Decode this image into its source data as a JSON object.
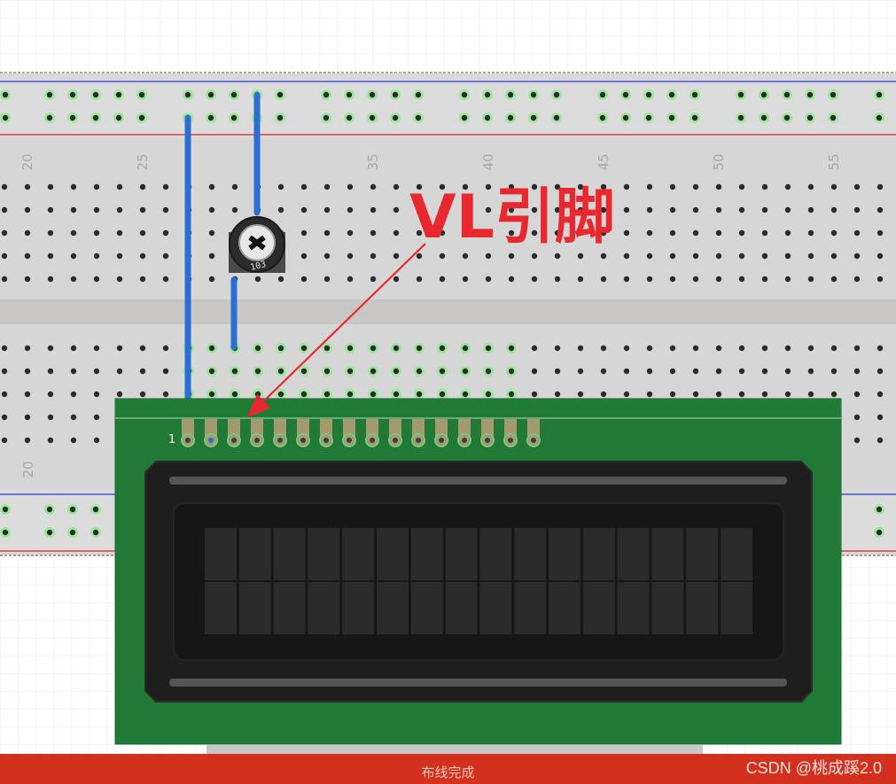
{
  "breadboard": {
    "column_labels": [
      "20",
      "25",
      "35",
      "40",
      "45",
      "50",
      "55"
    ],
    "bottom_label": "20"
  },
  "lcd": {
    "pin1_label": "1",
    "pin_count": 16,
    "rows": 2,
    "cols": 16
  },
  "potentiometer": {
    "marking": "103"
  },
  "annotation": {
    "text": "VL引脚",
    "color": "#e8282e"
  },
  "colors": {
    "board": "#d9d9d9",
    "pcb": "#207a35",
    "wire": "#2a6fd1",
    "rail_blue": "#2040e0",
    "rail_red": "#e02020",
    "status_bar": "#d4301e"
  },
  "status": {
    "text": "布线完成"
  },
  "watermark": "CSDN @桃成蹊2.0"
}
